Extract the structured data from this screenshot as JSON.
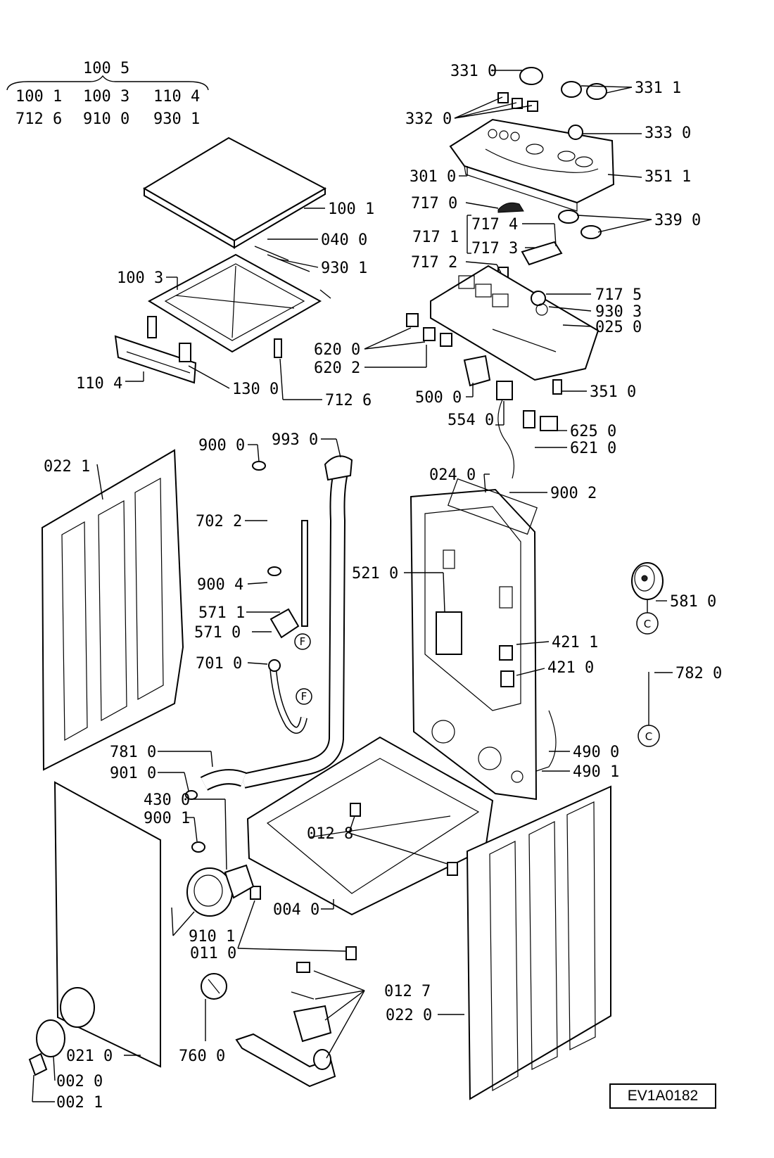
{
  "drawing_id": "EV1A0182",
  "header_group": {
    "top": "100 5",
    "row1": [
      "100 1",
      "100 3",
      "110 4"
    ],
    "row2": [
      "712 6",
      "910 0",
      "930 1"
    ]
  },
  "callouts": {
    "p3310": "331 0",
    "p3311": "331 1",
    "p3320": "332 0",
    "p3330": "333 0",
    "p3010": "301 0",
    "p3511": "351 1",
    "p7170": "717 0",
    "p3390": "339 0",
    "p7174": "717 4",
    "p7171": "717 1",
    "p7173": "717 3",
    "p7172": "717 2",
    "p7175": "717 5",
    "p9303": "930 3",
    "p0250": "025 0",
    "p6200": "620 0",
    "p6202": "620 2",
    "p5000": "500 0",
    "p3510": "351 0",
    "p5540": "554 0",
    "p6250": "625 0",
    "p6210": "621 0",
    "p1001": "100 1",
    "p0400": "040 0",
    "p9301": "930 1",
    "p1003": "100 3",
    "p1104": "110 4",
    "p1300": "130 0",
    "p7126": "712 6",
    "p0221": "022 1",
    "p9000": "900 0",
    "p9930": "993 0",
    "p7022": "702 2",
    "p9004": "900 4",
    "p5711": "571 1",
    "p5710": "571 0",
    "p7010": "701 0",
    "p0240": "024 0",
    "p9002": "900 2",
    "p5210": "521 0",
    "p5810": "581 0",
    "p4211": "421 1",
    "p4210": "421 0",
    "p7820": "782 0",
    "p4900": "490 0",
    "p4901": "490 1",
    "p7810": "781 0",
    "p9010": "901 0",
    "p4300": "430 0",
    "p9001": "900 1",
    "p0128": "012 8",
    "p0040": "004 0",
    "p9101": "910 1",
    "p0110": "011 0",
    "p0127": "012 7",
    "p0220": "022 0",
    "p0210": "021 0",
    "p7600": "760 0",
    "p0020": "002 0",
    "p0021": "002 1"
  },
  "connector_marks": {
    "f": "F",
    "c": "C"
  }
}
